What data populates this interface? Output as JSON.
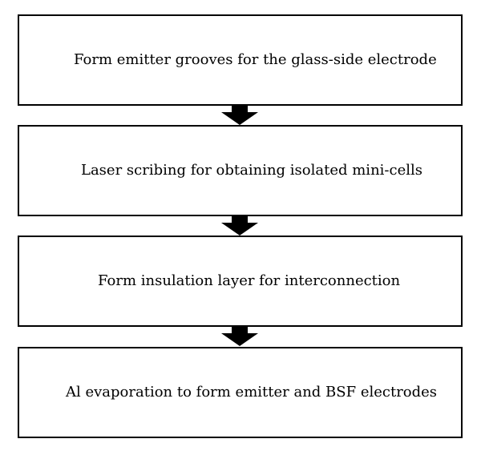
{
  "steps": [
    {
      "label": "Form emitter grooves for the glass-side electrode"
    },
    {
      "label": "Laser scribing for obtaining isolated mini-cells"
    },
    {
      "label": "Form insulation layer for interconnection"
    },
    {
      "label": "Al evaporation to form emitter and BSF electrodes"
    }
  ],
  "arrows": [
    {
      "icon": "down-arrow-icon"
    },
    {
      "icon": "down-arrow-icon"
    },
    {
      "icon": "down-arrow-icon"
    }
  ],
  "colors": {
    "border": "#000000",
    "arrow": "#000000",
    "background": "#ffffff"
  }
}
